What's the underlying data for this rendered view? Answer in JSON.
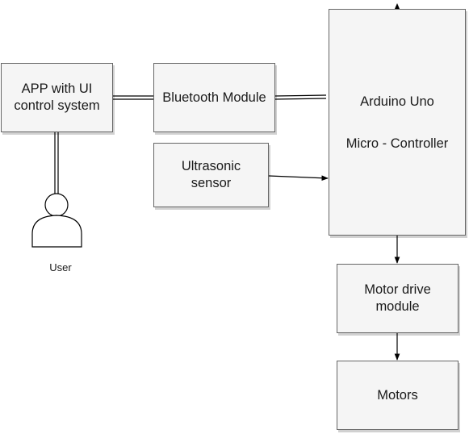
{
  "diagram": {
    "blocks": {
      "app": "APP with UI\ncontrol system",
      "bluetooth": "Bluetooth Module",
      "ultrasonic": "Ultrasonic\nsensor",
      "arduino": "Arduino Uno\n\nMicro - Controller",
      "motor_drive": "Motor drive\nmodule",
      "motors": "Motors"
    },
    "user_label": "User"
  }
}
